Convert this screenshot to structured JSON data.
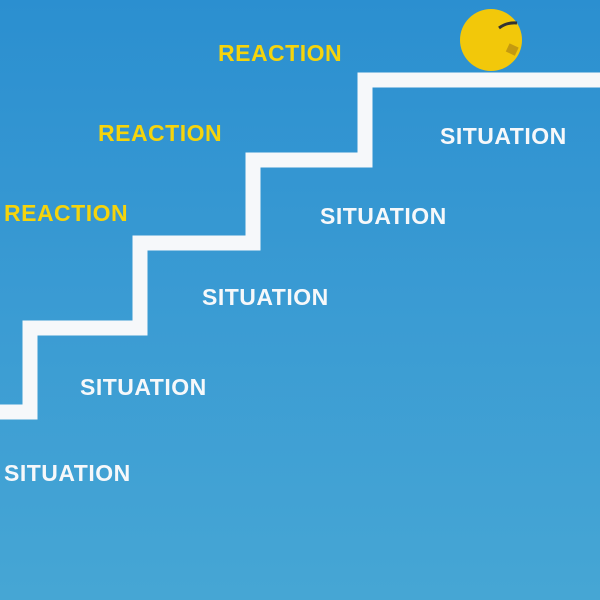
{
  "colors": {
    "background": "#2b8fd0",
    "reaction": "#f5d40c",
    "situation": "#f6f8fa",
    "stairs": "#f6f8fa",
    "ball": "#f2c80a"
  },
  "reactions": [
    "REACTION",
    "REACTION",
    "REACTION"
  ],
  "situations": [
    "SITUATION",
    "SITUATION",
    "SITUATION",
    "SITUATION",
    "SITUATION"
  ]
}
